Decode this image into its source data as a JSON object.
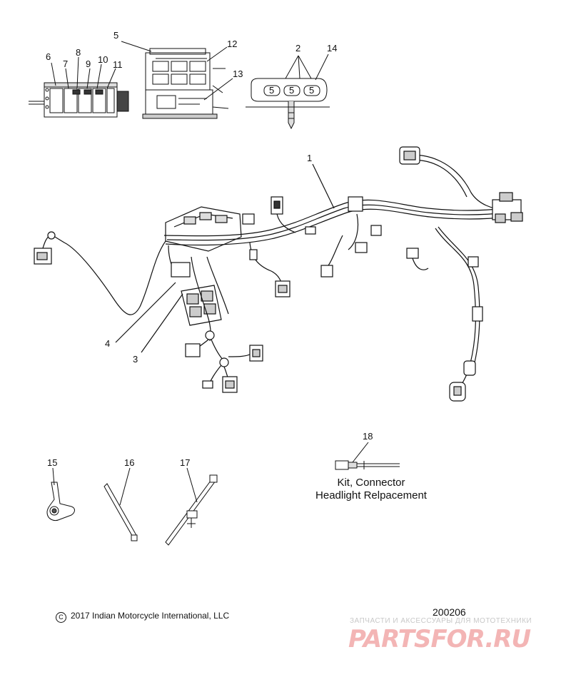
{
  "callouts": {
    "c1": "1",
    "c2": "2",
    "c3": "3",
    "c4": "4",
    "c5": "5",
    "c6": "6",
    "c7": "7",
    "c8": "8",
    "c9": "9",
    "c10": "10",
    "c11": "11",
    "c12": "12",
    "c13": "13",
    "c14": "14",
    "c15": "15",
    "c16": "16",
    "c17": "17",
    "c18": "18"
  },
  "kit_label": {
    "line1": "Kit, Connector",
    "line2": "Headlight Relpacement"
  },
  "connector_pins": {
    "p1": "5",
    "p2": "5",
    "p3": "5"
  },
  "copyright": "2017 Indian Motorcycle International, LLC",
  "copyright_symbol": "C",
  "doc_number": "200206",
  "watermark": {
    "tagline": "ЗАПЧАСТИ И АКСЕССУАРЫ ДЛЯ МОТОТЕХНИКИ",
    "logo": "PARTSFOR.RU"
  },
  "colors": {
    "line": "#111111",
    "watermark_logo": "#f3b5b5",
    "watermark_text": "#c8c8c8"
  }
}
